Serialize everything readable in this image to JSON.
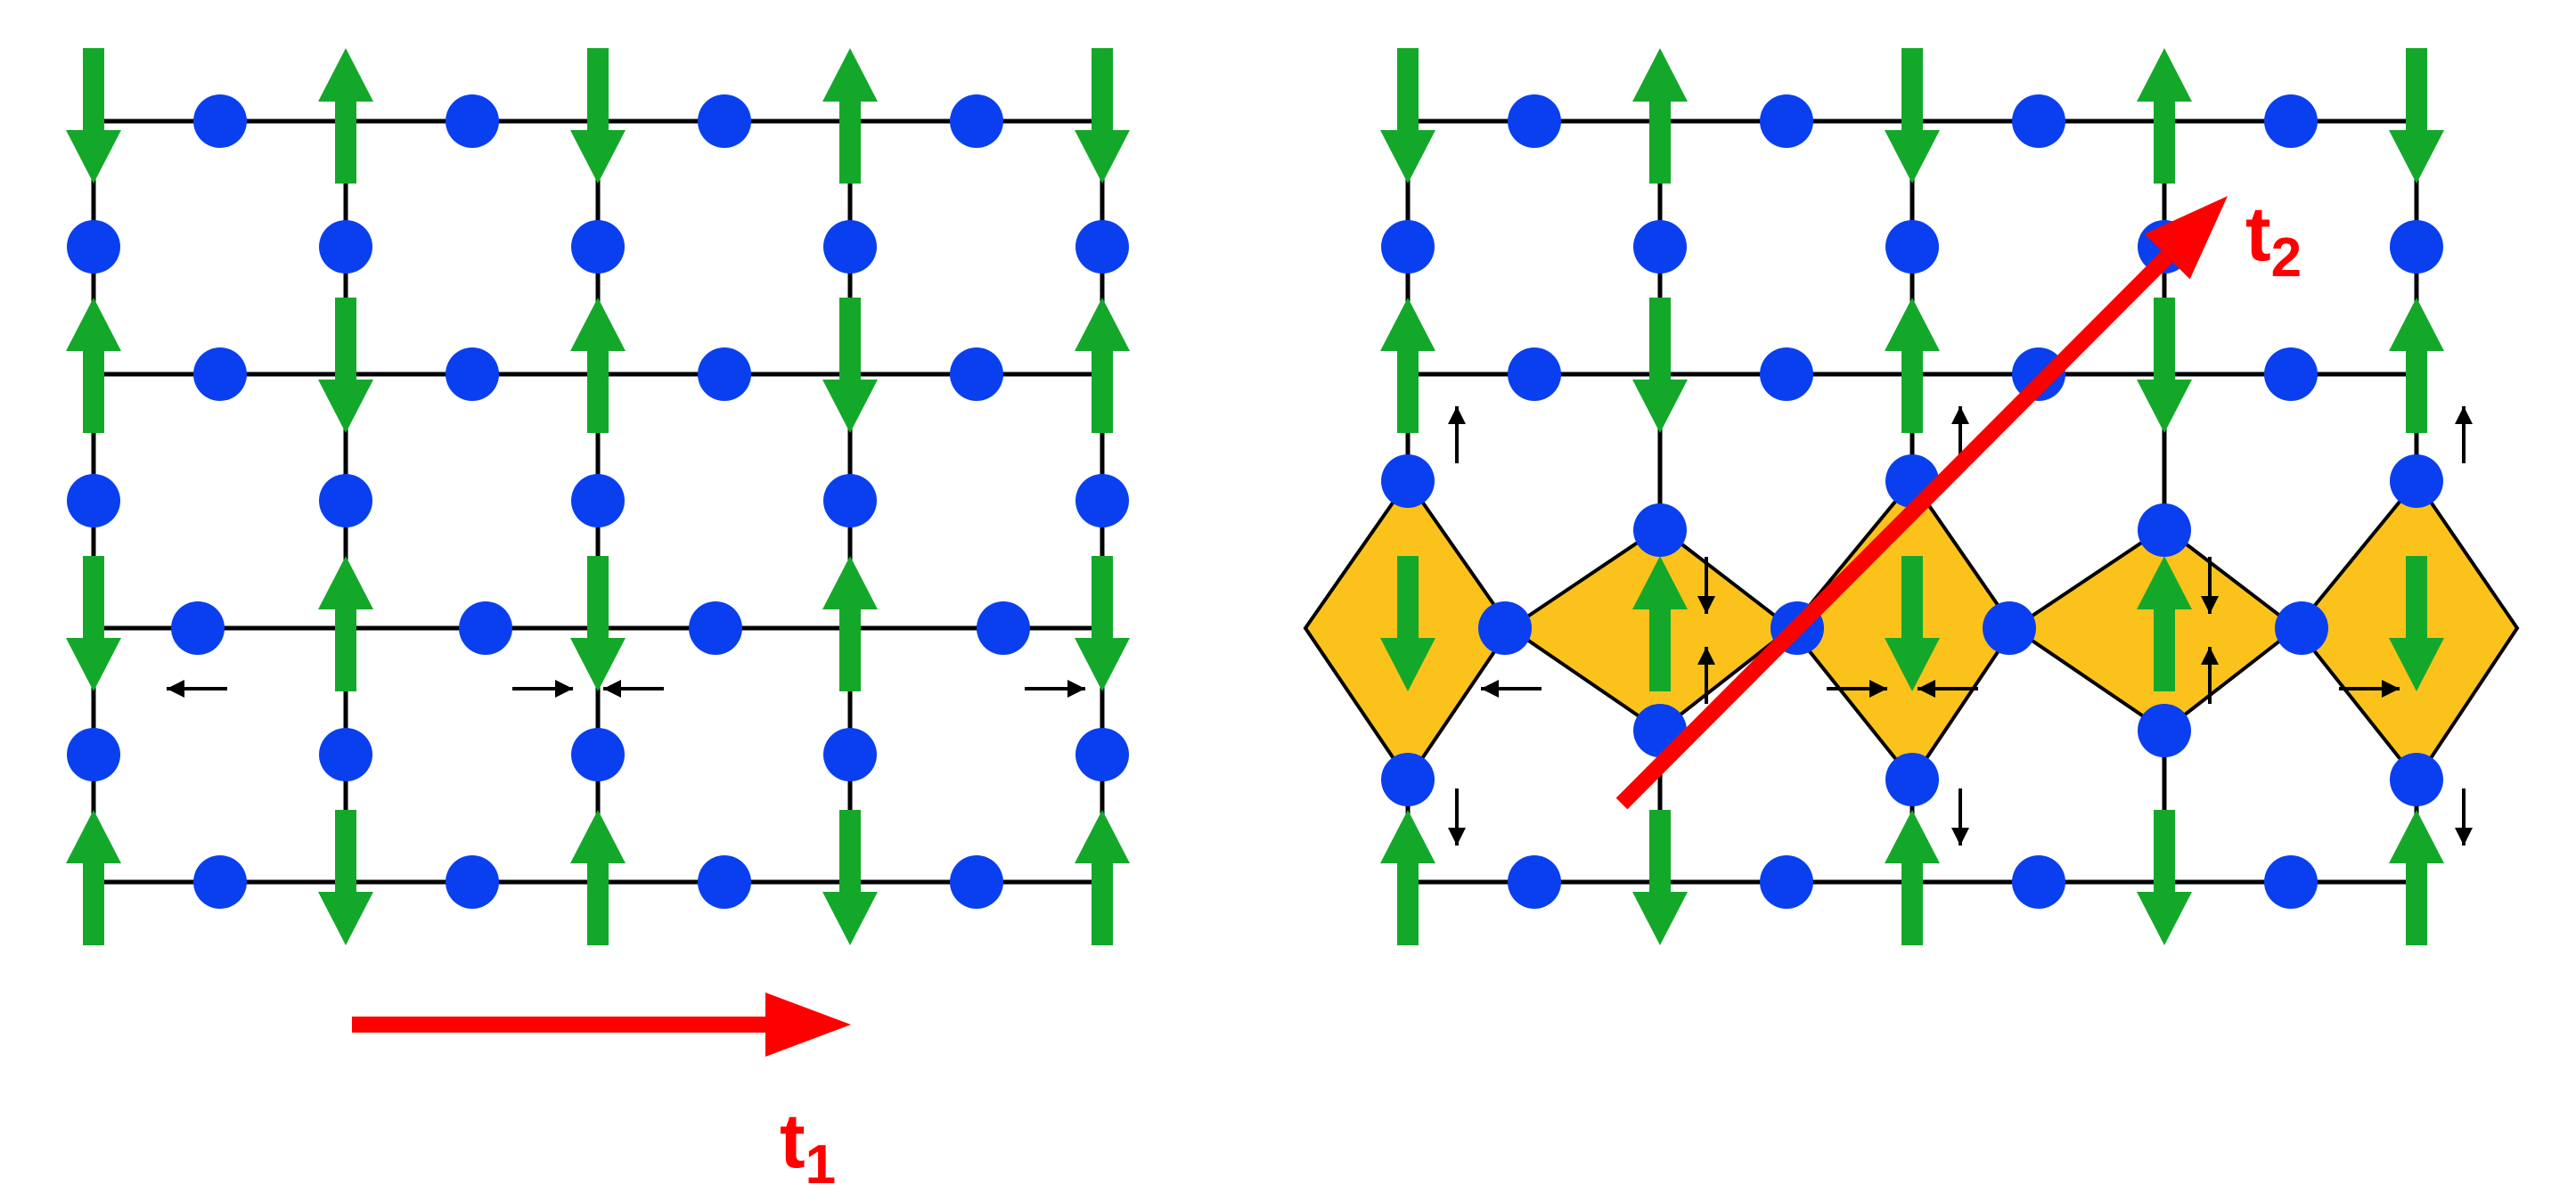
{
  "colors": {
    "atom": "#0a3ff0",
    "spin": "#14a82a",
    "translation": "#ff0000",
    "bond": "#000000",
    "octahedron": "#fcc21c",
    "displacement": "#000000"
  },
  "icons": {
    "spin": "spin-arrow-icon",
    "displacement": "displacement-arrow-icon",
    "atom": "atom-dot"
  },
  "panels": [
    {
      "id": "left",
      "vector": {
        "base": "t",
        "sub": "1"
      },
      "spin_rows": [
        [
          "down",
          "up",
          "down",
          "up",
          "down"
        ],
        [
          "up",
          "down",
          "up",
          "down",
          "up"
        ],
        [
          "down",
          "up",
          "down",
          "up",
          "down"
        ],
        [
          "up",
          "down",
          "up",
          "down",
          "up"
        ]
      ],
      "displacements": [
        "left",
        "right",
        "left",
        "right"
      ],
      "octahedra": false
    },
    {
      "id": "right",
      "vector": {
        "base": "t",
        "sub": "2"
      },
      "spin_rows": [
        [
          "down",
          "up",
          "down",
          "up",
          "down"
        ],
        [
          "up",
          "down",
          "up",
          "down",
          "up"
        ],
        [
          "down",
          "up",
          "down",
          "up",
          "down"
        ],
        [
          "up",
          "down",
          "up",
          "down",
          "up"
        ]
      ],
      "displacements": [
        "left",
        "right",
        "left",
        "right"
      ],
      "octahedra": true
    }
  ]
}
